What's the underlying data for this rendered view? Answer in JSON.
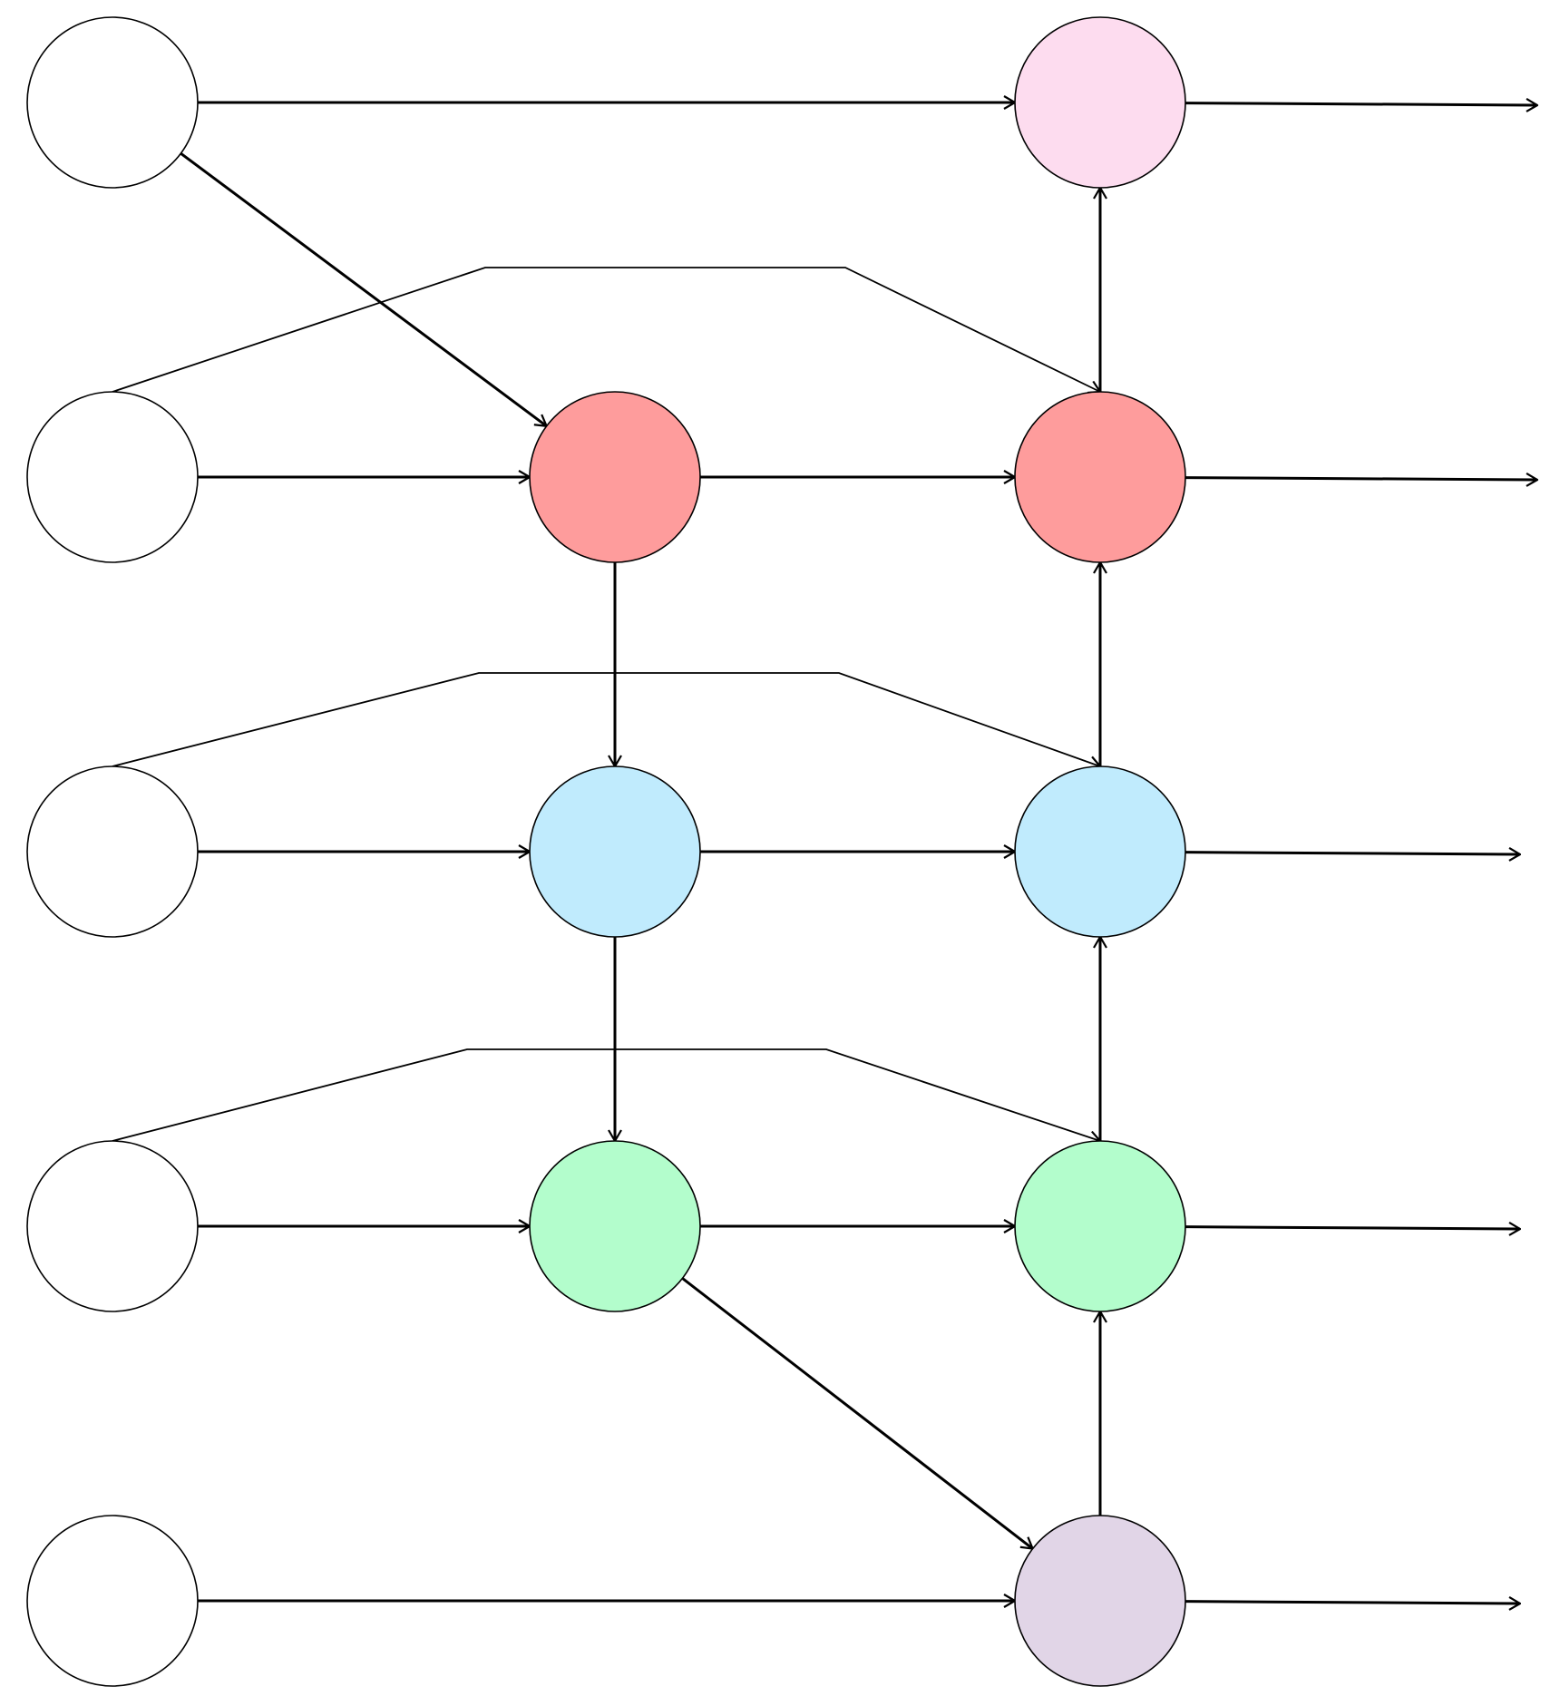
{
  "colors": {
    "input_fill": "#ffffff",
    "pink": "#fddcef",
    "red": "#fe9c9c",
    "blue": "#c0ebfd",
    "green": "#b3fdcc",
    "lavender": "#e1d5e7",
    "stroke": "#000000",
    "background": "#ffffff"
  },
  "nodes": [
    {
      "id": "in-1",
      "column": "input",
      "row": 1,
      "color": "input_fill"
    },
    {
      "id": "in-2",
      "column": "input",
      "row": 2,
      "color": "input_fill"
    },
    {
      "id": "in-3",
      "column": "input",
      "row": 3,
      "color": "input_fill"
    },
    {
      "id": "in-4",
      "column": "input",
      "row": 4,
      "color": "input_fill"
    },
    {
      "id": "in-5",
      "column": "input",
      "row": 5,
      "color": "input_fill"
    },
    {
      "id": "mid-2",
      "column": "middle",
      "row": 2,
      "color": "red"
    },
    {
      "id": "mid-3",
      "column": "middle",
      "row": 3,
      "color": "blue"
    },
    {
      "id": "mid-4",
      "column": "middle",
      "row": 4,
      "color": "green"
    },
    {
      "id": "out-1",
      "column": "output",
      "row": 1,
      "color": "pink"
    },
    {
      "id": "out-2",
      "column": "output",
      "row": 2,
      "color": "red"
    },
    {
      "id": "out-3",
      "column": "output",
      "row": 3,
      "color": "blue"
    },
    {
      "id": "out-4",
      "column": "output",
      "row": 4,
      "color": "green"
    },
    {
      "id": "out-5",
      "column": "output",
      "row": 5,
      "color": "lavender"
    }
  ],
  "edges": [
    {
      "from": "in-1",
      "to": "out-1",
      "kind": "straight"
    },
    {
      "from": "in-1",
      "to": "mid-2",
      "kind": "straight"
    },
    {
      "from": "in-2",
      "to": "mid-2",
      "kind": "straight"
    },
    {
      "from": "in-3",
      "to": "mid-3",
      "kind": "straight"
    },
    {
      "from": "in-4",
      "to": "mid-4",
      "kind": "straight"
    },
    {
      "from": "in-5",
      "to": "out-5",
      "kind": "straight"
    },
    {
      "from": "mid-2",
      "to": "out-2",
      "kind": "straight"
    },
    {
      "from": "mid-3",
      "to": "out-3",
      "kind": "straight"
    },
    {
      "from": "mid-4",
      "to": "out-4",
      "kind": "straight"
    },
    {
      "from": "mid-2",
      "to": "mid-3",
      "kind": "straight"
    },
    {
      "from": "mid-3",
      "to": "mid-4",
      "kind": "straight"
    },
    {
      "from": "mid-4",
      "to": "out-5",
      "kind": "straight"
    },
    {
      "from": "out-2",
      "to": "out-1",
      "kind": "straight"
    },
    {
      "from": "out-3",
      "to": "out-2",
      "kind": "straight"
    },
    {
      "from": "out-4",
      "to": "out-3",
      "kind": "straight"
    },
    {
      "from": "out-5",
      "to": "out-4",
      "kind": "straight"
    },
    {
      "from": "in-2",
      "to": "out-2",
      "kind": "skip"
    },
    {
      "from": "in-3",
      "to": "out-3",
      "kind": "skip"
    },
    {
      "from": "in-4",
      "to": "out-4",
      "kind": "skip"
    },
    {
      "from": "out-1",
      "to": "exit-1",
      "kind": "exit"
    },
    {
      "from": "out-2",
      "to": "exit-2",
      "kind": "exit"
    },
    {
      "from": "out-3",
      "to": "exit-3",
      "kind": "exit"
    },
    {
      "from": "out-4",
      "to": "exit-4",
      "kind": "exit"
    },
    {
      "from": "out-5",
      "to": "exit-5",
      "kind": "exit"
    }
  ]
}
